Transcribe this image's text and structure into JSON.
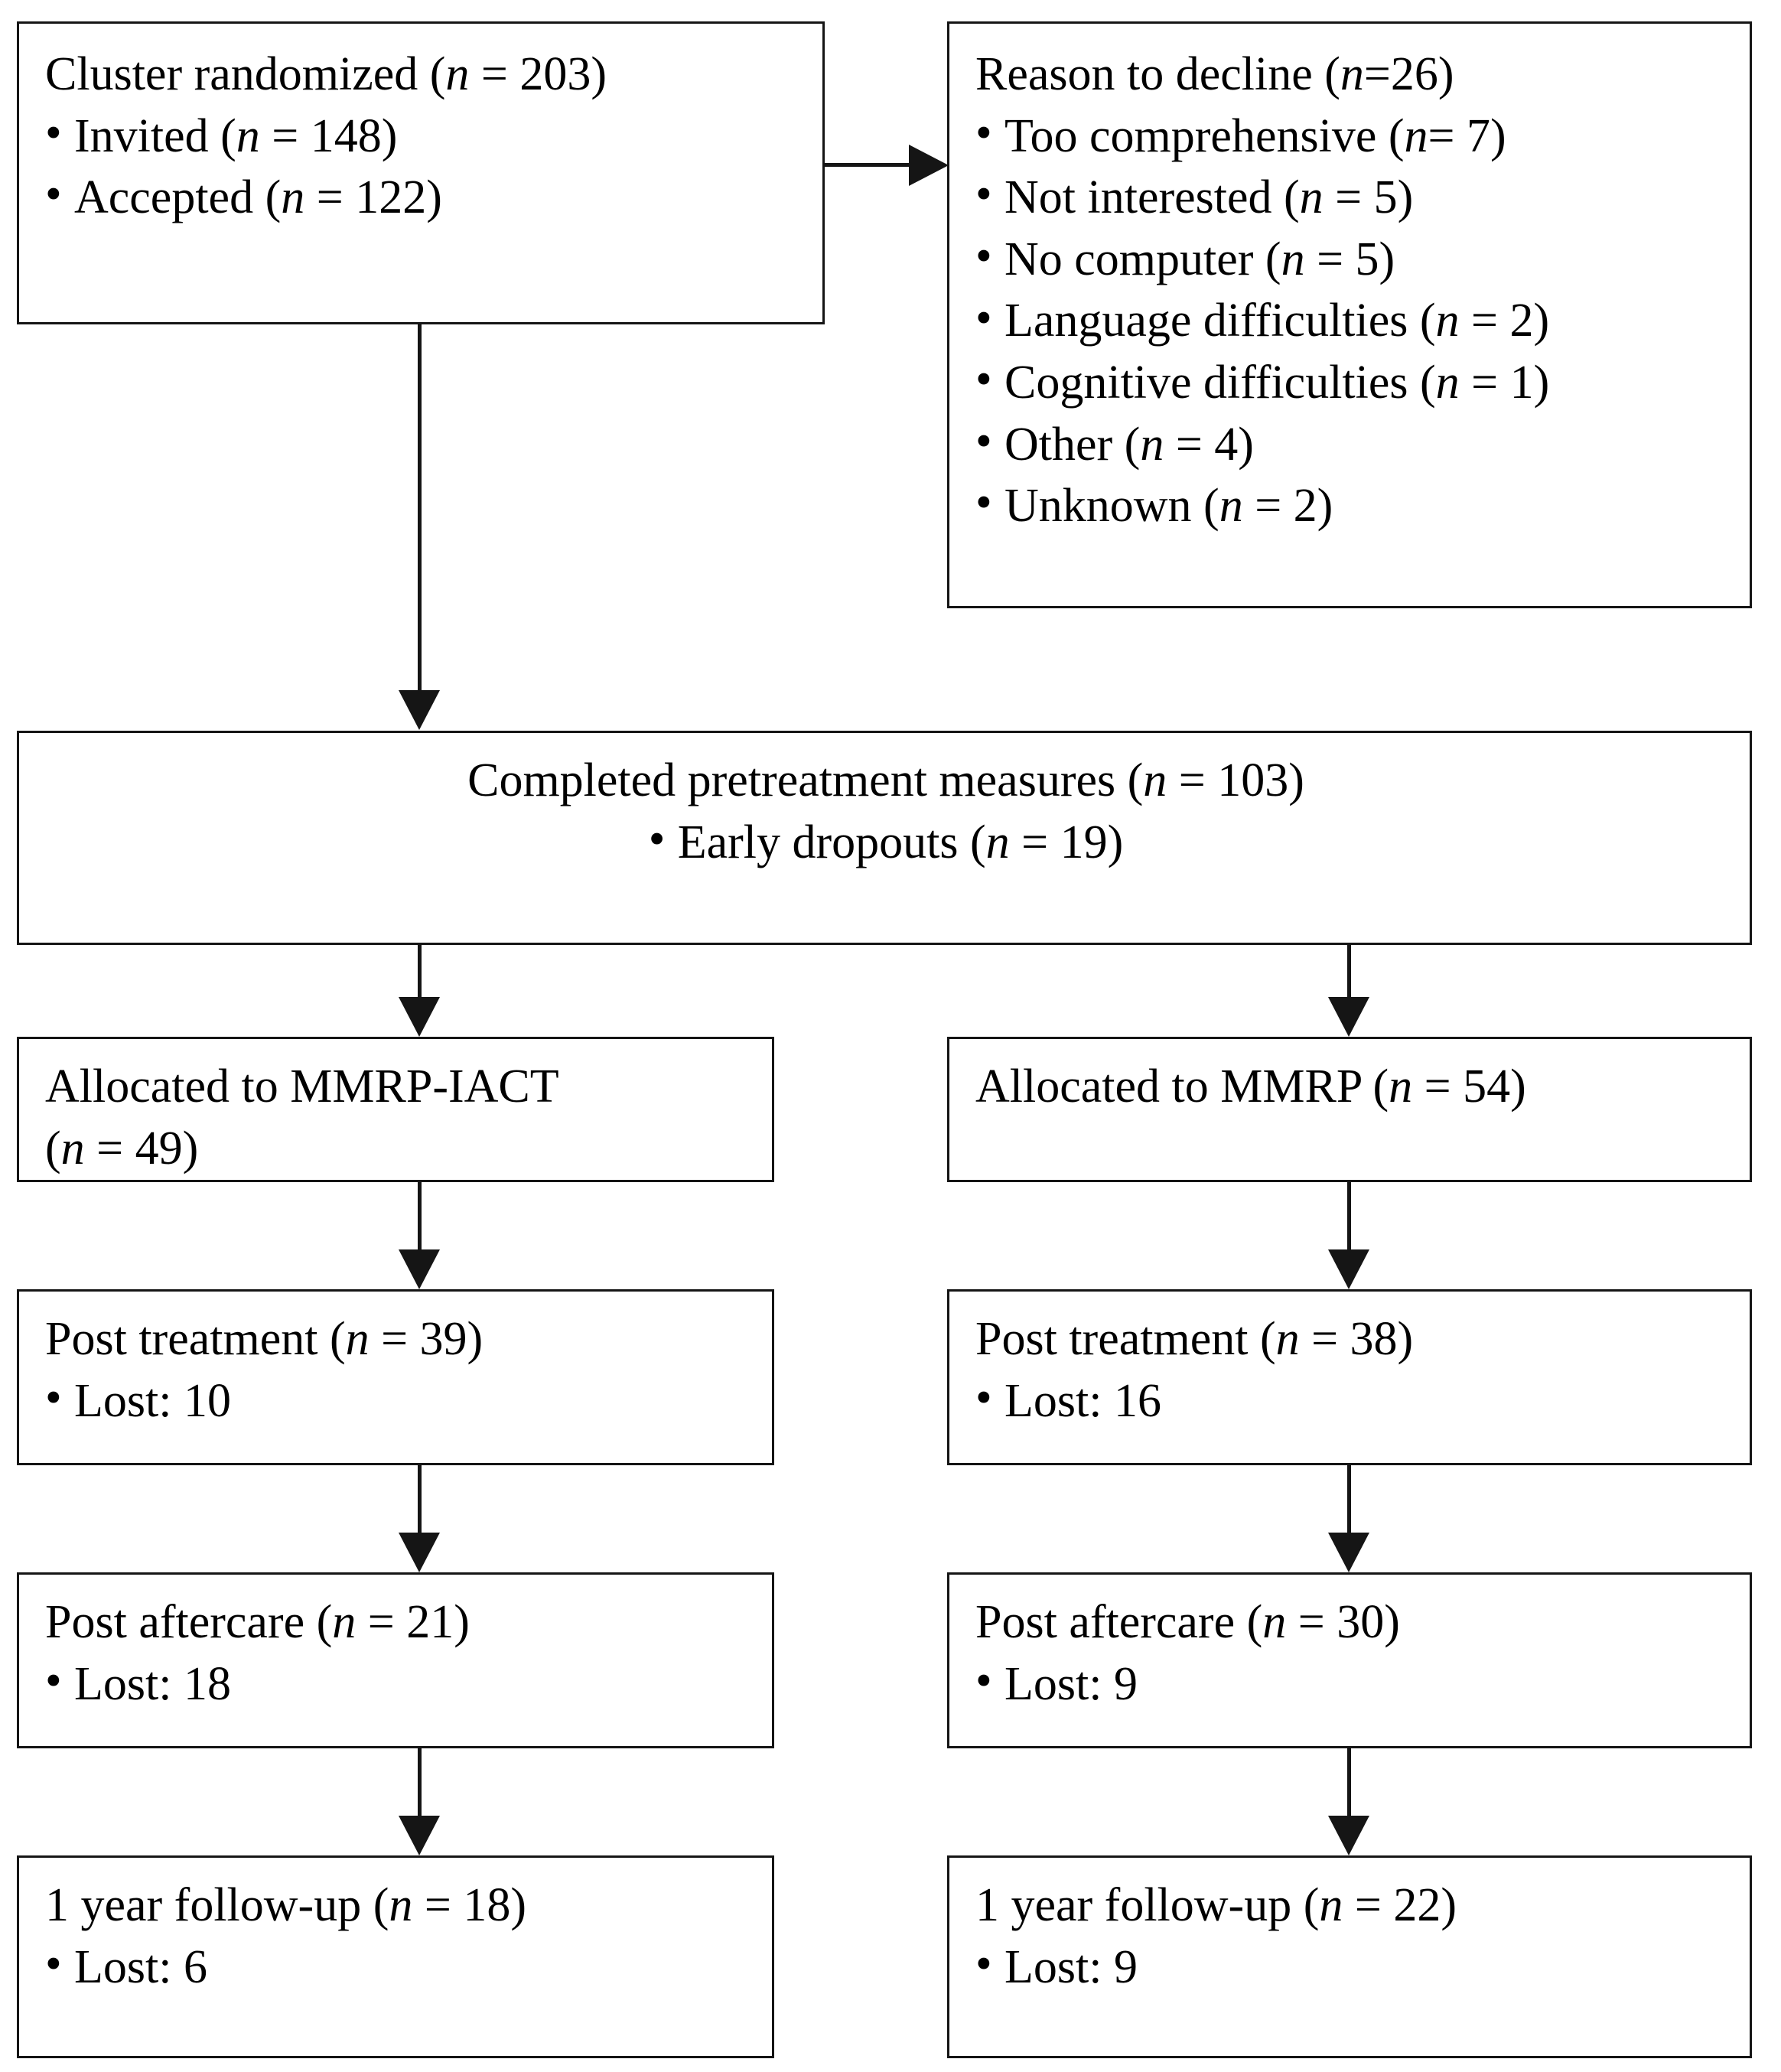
{
  "diagram": {
    "title": "CONSORT participant flow diagram",
    "type": "flowchart",
    "line_color": "#151515",
    "background_color": "#ffffff"
  },
  "boxes": {
    "cluster_randomized": {
      "heading": "Cluster randomized (",
      "heading_n": "n",
      "heading_tail": " = 203)",
      "items": [
        {
          "label": "Invited (",
          "n": "n",
          "tail": " = 148)"
        },
        {
          "label": "Accepted (",
          "n": "n",
          "tail": " = 122)"
        }
      ]
    },
    "reason_to_decline": {
      "heading": "Reason to decline (",
      "heading_n": "n",
      "heading_tail": "=26)",
      "items": [
        {
          "label": "Too comprehensive (",
          "n": "n",
          "tail": "= 7)"
        },
        {
          "label": "Not interested (",
          "n": "n",
          "tail": " = 5)"
        },
        {
          "label": "No computer (",
          "n": "n",
          "tail": " = 5)"
        },
        {
          "label": "Language difficulties (",
          "n": "n",
          "tail": " = 2)"
        },
        {
          "label": "Cognitive difficulties (",
          "n": "n",
          "tail": " = 1)"
        },
        {
          "label": "Other (",
          "n": "n",
          "tail": " = 4)"
        },
        {
          "label": "Unknown (",
          "n": "n",
          "tail": " = 2)"
        }
      ]
    },
    "completed_pretreatment": {
      "heading": "Completed pretreatment measures (",
      "heading_n": "n",
      "heading_tail": " = 103)",
      "items": [
        {
          "label": "Early dropouts (",
          "n": "n",
          "tail": " = 19)"
        }
      ]
    },
    "allocated_left": {
      "heading": "Allocated to MMRP-IACT",
      "line2_open": "(",
      "line2_n": "n",
      "line2_tail": " = 49)"
    },
    "allocated_right": {
      "heading": "Allocated to MMRP (",
      "heading_n": "n",
      "heading_tail": " = 54)"
    },
    "post_treatment_left": {
      "heading": "Post treatment (",
      "heading_n": "n",
      "heading_tail": " = 39)",
      "items": [
        {
          "label": "Lost: 10"
        }
      ]
    },
    "post_treatment_right": {
      "heading": "Post treatment (",
      "heading_n": "n",
      "heading_tail": " = 38)",
      "items": [
        {
          "label": "Lost: 16"
        }
      ]
    },
    "post_aftercare_left": {
      "heading": "Post aftercare (",
      "heading_n": "n",
      "heading_tail": " = 21)",
      "items": [
        {
          "label": "Lost: 18"
        }
      ]
    },
    "post_aftercare_right": {
      "heading": "Post aftercare (",
      "heading_n": "n",
      "heading_tail": " = 30)",
      "items": [
        {
          "label": "Lost: 9"
        }
      ]
    },
    "followup_left": {
      "heading": "1 year follow-up (",
      "heading_n": "n",
      "heading_tail": " = 18)",
      "items": [
        {
          "label": "Lost: 6"
        }
      ]
    },
    "followup_right": {
      "heading": "1 year follow-up (",
      "heading_n": "n",
      "heading_tail": " = 22)",
      "items": [
        {
          "label": "Lost: 9"
        }
      ]
    }
  },
  "flow_data": {
    "type": "flowchart",
    "nodes": [
      {
        "id": "cluster_randomized",
        "n": 203,
        "invited": 148,
        "accepted": 122
      },
      {
        "id": "reason_to_decline",
        "n": 26,
        "reasons": [
          {
            "reason": "Too comprehensive",
            "n": 7
          },
          {
            "reason": "Not interested",
            "n": 5
          },
          {
            "reason": "No computer",
            "n": 5
          },
          {
            "reason": "Language difficulties",
            "n": 2
          },
          {
            "reason": "Cognitive difficulties",
            "n": 1
          },
          {
            "reason": "Other",
            "n": 4
          },
          {
            "reason": "Unknown",
            "n": 2
          }
        ]
      },
      {
        "id": "completed_pretreatment",
        "n": 103,
        "early_dropouts": 19
      },
      {
        "id": "allocated_left",
        "arm": "MMRP-IACT",
        "n": 49
      },
      {
        "id": "allocated_right",
        "arm": "MMRP",
        "n": 54
      },
      {
        "id": "post_treatment_left",
        "n": 39,
        "lost": 10
      },
      {
        "id": "post_treatment_right",
        "n": 38,
        "lost": 16
      },
      {
        "id": "post_aftercare_left",
        "n": 21,
        "lost": 18
      },
      {
        "id": "post_aftercare_right",
        "n": 30,
        "lost": 9
      },
      {
        "id": "followup_left",
        "n": 18,
        "lost": 6
      },
      {
        "id": "followup_right",
        "n": 22,
        "lost": 9
      }
    ],
    "edges": [
      {
        "from": "cluster_randomized",
        "to": "reason_to_decline",
        "direction": "right"
      },
      {
        "from": "cluster_randomized",
        "to": "completed_pretreatment",
        "direction": "down"
      },
      {
        "from": "completed_pretreatment",
        "to": "allocated_left",
        "direction": "down"
      },
      {
        "from": "completed_pretreatment",
        "to": "allocated_right",
        "direction": "down"
      },
      {
        "from": "allocated_left",
        "to": "post_treatment_left",
        "direction": "down"
      },
      {
        "from": "allocated_right",
        "to": "post_treatment_right",
        "direction": "down"
      },
      {
        "from": "post_treatment_left",
        "to": "post_aftercare_left",
        "direction": "down"
      },
      {
        "from": "post_treatment_right",
        "to": "post_aftercare_right",
        "direction": "down"
      },
      {
        "from": "post_aftercare_left",
        "to": "followup_left",
        "direction": "down"
      },
      {
        "from": "post_aftercare_right",
        "to": "followup_right",
        "direction": "down"
      }
    ]
  }
}
